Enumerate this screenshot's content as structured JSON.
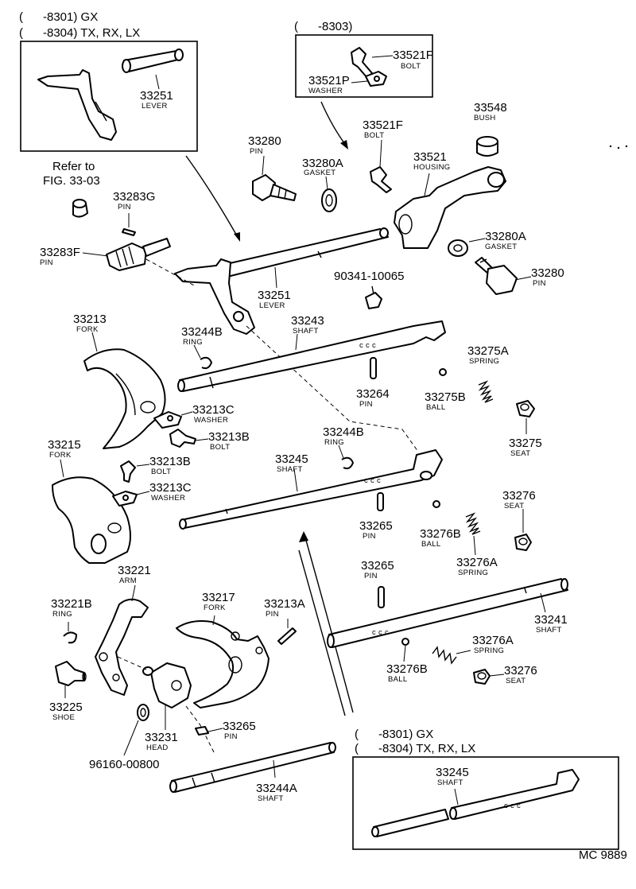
{
  "headers": {
    "tl_line1": "(      -8301) GX",
    "tl_line2": "(      -8304) TX, RX, LX",
    "tc": "(      -8303)",
    "br_line1": "(      -8301) GX",
    "br_line2": "(      -8304) TX, RX, LX"
  },
  "refer": {
    "line1": "Refer to",
    "line2": "FIG. 33-03"
  },
  "footer": {
    "code": "MC 9889"
  },
  "labels": {
    "lever_inset": {
      "num": "33251",
      "name": "LEVER"
    },
    "bolt_inset": {
      "num": "33521F",
      "name": "BOLT"
    },
    "washer_inset": {
      "num": "33521P",
      "name": "WASHER"
    },
    "bush": {
      "num": "33548",
      "name": "BUSH"
    },
    "pin_33280_top": {
      "num": "33280",
      "name": "PIN"
    },
    "gasket_top": {
      "num": "33280A",
      "name": "GASKET"
    },
    "bolt_33521f": {
      "num": "33521F",
      "name": "BOLT"
    },
    "housing": {
      "num": "33521",
      "name": "HOUSING"
    },
    "pin_33283g": {
      "num": "33283G",
      "name": "PIN"
    },
    "gasket_right": {
      "num": "33280A",
      "name": "GASKET"
    },
    "pin_33283f": {
      "num": "33283F",
      "name": "PIN"
    },
    "pin_33280_right": {
      "num": "33280",
      "name": "PIN"
    },
    "bolt_90341": {
      "num": "90341-10065"
    },
    "lever_main": {
      "num": "33251",
      "name": "LEVER"
    },
    "fork_33213": {
      "num": "33213",
      "name": "FORK"
    },
    "ring_33244b_top": {
      "num": "33244B",
      "name": "RING"
    },
    "shaft_33243": {
      "num": "33243",
      "name": "SHAFT"
    },
    "spring_33275a": {
      "num": "33275A",
      "name": "SPRING"
    },
    "pin_33264": {
      "num": "33264",
      "name": "PIN"
    },
    "ball_33275b": {
      "num": "33275B",
      "name": "BALL"
    },
    "washer_33213c_top": {
      "num": "33213C",
      "name": "WASHER"
    },
    "bolt_33213b_top": {
      "num": "33213B",
      "name": "BOLT"
    },
    "seat_33275": {
      "num": "33275",
      "name": "SEAT"
    },
    "ring_33244b_mid": {
      "num": "33244B",
      "name": "RING"
    },
    "fork_33215": {
      "num": "33215",
      "name": "FORK"
    },
    "shaft_33245": {
      "num": "33245",
      "name": "SHAFT"
    },
    "bolt_33213b_mid": {
      "num": "33213B",
      "name": "BOLT"
    },
    "washer_33213c_mid": {
      "num": "33213C",
      "name": "WASHER"
    },
    "seat_33276_top": {
      "num": "33276",
      "name": "SEAT"
    },
    "pin_33265_mid": {
      "num": "33265",
      "name": "PIN"
    },
    "ball_33276b_top": {
      "num": "33276B",
      "name": "BALL"
    },
    "spring_33276a_top": {
      "num": "33276A",
      "name": "SPRING"
    },
    "arm_33221": {
      "num": "33221",
      "name": "ARM"
    },
    "pin_33265_low": {
      "num": "33265",
      "name": "PIN"
    },
    "ring_33221b": {
      "num": "33221B",
      "name": "RING"
    },
    "fork_33217": {
      "num": "33217",
      "name": "FORK"
    },
    "pin_33213a": {
      "num": "33213A",
      "name": "PIN"
    },
    "shaft_33241": {
      "num": "33241",
      "name": "SHAFT"
    },
    "spring_33276a_low": {
      "num": "33276A",
      "name": "SPRING"
    },
    "ball_33276b_low": {
      "num": "33276B",
      "name": "BALL"
    },
    "seat_33276_low": {
      "num": "33276",
      "name": "SEAT"
    },
    "shoe_33225": {
      "num": "33225",
      "name": "SHOE"
    },
    "head_33231": {
      "num": "33231",
      "name": "HEAD"
    },
    "pin_33265_bottom": {
      "num": "33265",
      "name": "PIN"
    },
    "bolt_96160": {
      "num": "96160-00800"
    },
    "shaft_33244a": {
      "num": "33244A",
      "name": "SHAFT"
    },
    "shaft_33245_inset": {
      "num": "33245",
      "name": "SHAFT"
    }
  }
}
